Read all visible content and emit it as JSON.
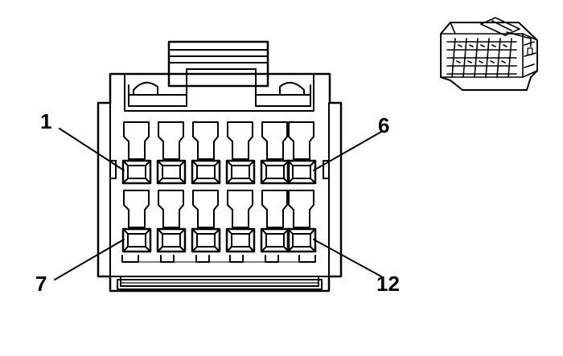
{
  "pin_labels": {
    "first_top": "1",
    "last_top": "6",
    "first_bottom": "7",
    "last_bottom": "12"
  },
  "connector": {
    "rows": 2,
    "pins_per_row": 6,
    "line_color": "#000000",
    "background_color": "#ffffff"
  }
}
